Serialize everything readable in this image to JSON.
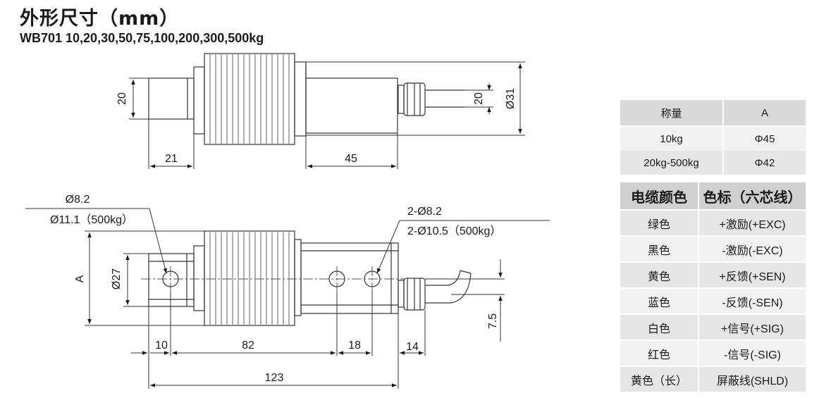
{
  "title": "外形尺寸（mm）",
  "subtitle": "WB701 10,20,30,50,75,100,200,300,500kg",
  "top_view": {
    "dims": {
      "left_height": "20",
      "right_height": "20",
      "diameter": "Ø31",
      "left_length": "21",
      "right_length": "45"
    }
  },
  "front_view": {
    "hole_left_1": "Ø8.2",
    "hole_left_2": "Ø11.1（500kg）",
    "hole_right_1": "2-Ø8.2",
    "hole_right_2": "2-Ø10.5（500kg）",
    "dims": {
      "a": "A",
      "d27": "Ø27",
      "d10": "10",
      "d82": "82",
      "d18": "18",
      "d14": "14",
      "d123": "123",
      "d7_5": "7.5"
    }
  },
  "capacity_table": {
    "headers": [
      "称量",
      "A"
    ],
    "rows": [
      [
        "10kg",
        "Φ45"
      ],
      [
        "20kg-500kg",
        "Φ42"
      ]
    ]
  },
  "wire_table": {
    "headers": [
      "电缆颜色",
      "色标（六芯线）"
    ],
    "rows": [
      [
        "绿色",
        "+激励(+EXC)"
      ],
      [
        "黑色",
        "-激励(-EXC)"
      ],
      [
        "黄色",
        "+反馈(+SEN)"
      ],
      [
        "蓝色",
        "-反馈(-SEN)"
      ],
      [
        "白色",
        "+信号(+SIG)"
      ],
      [
        "红色",
        "-信号(-SIG)"
      ],
      [
        "黄色（长）",
        "屏蔽线(SHLD)"
      ]
    ]
  }
}
